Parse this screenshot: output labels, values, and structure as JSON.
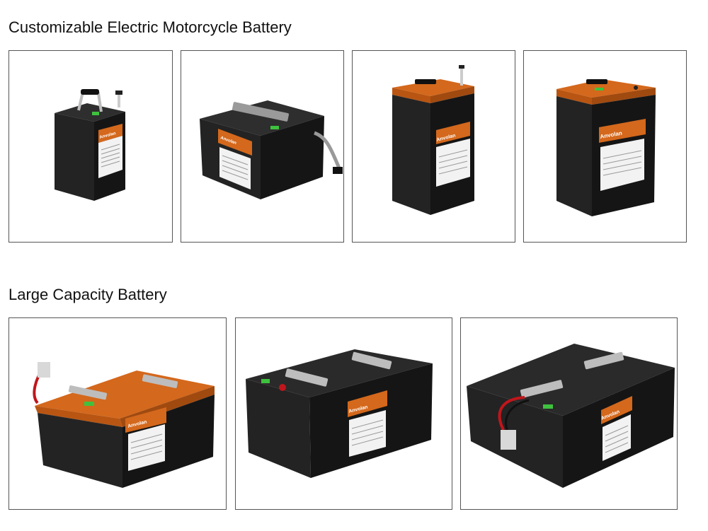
{
  "sections": [
    {
      "title": "Customizable Electric Motorcycle Battery"
    },
    {
      "title": "Large Capacity Battery"
    }
  ],
  "brand_label": "Anvolan",
  "colors": {
    "case": "#1f1f1f",
    "case_side": "#141414",
    "case_top": "#2b2b2b",
    "accent_orange": "#d4681c",
    "label_white": "#f2f2f2",
    "indicator_green": "#3ec23e",
    "border": "#555555"
  },
  "products": [
    {
      "section": 0,
      "variant": "compact-tall-black-handle"
    },
    {
      "section": 0,
      "variant": "wide-black-with-cable"
    },
    {
      "section": 0,
      "variant": "tall-orange-top-with-terminal"
    },
    {
      "section": 0,
      "variant": "tall-orange-top"
    },
    {
      "section": 1,
      "variant": "large-orange-top-with-connector"
    },
    {
      "section": 1,
      "variant": "large-black-two-handles"
    },
    {
      "section": 1,
      "variant": "large-black-with-red-cable"
    }
  ]
}
